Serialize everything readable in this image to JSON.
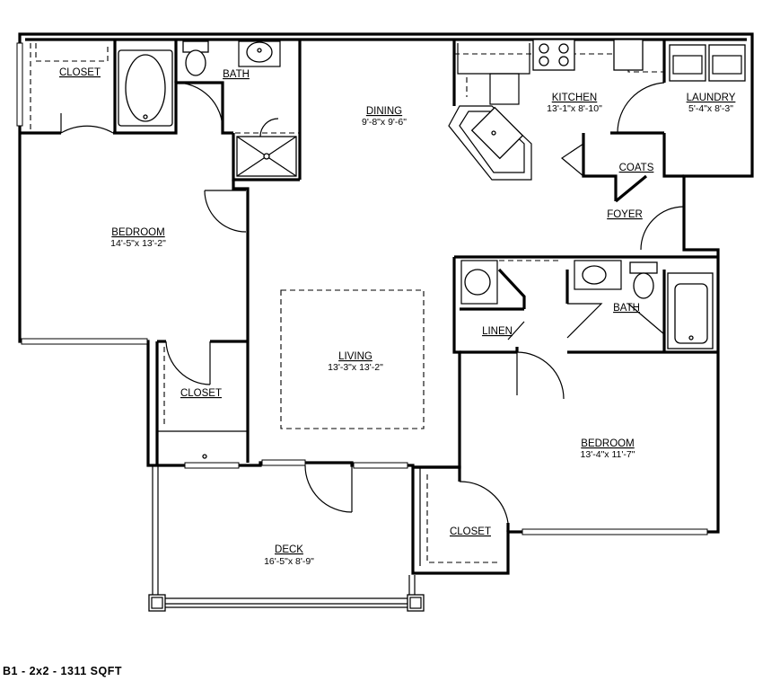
{
  "plan_caption": "B1 - 2x2 - 1311 SQFT",
  "rooms": {
    "closet_nw": {
      "name": "CLOSET"
    },
    "bath_master": {
      "name": "BATH"
    },
    "dining": {
      "name": "DINING",
      "dims": "9'-8\"x 9'-6\""
    },
    "kitchen": {
      "name": "KITCHEN",
      "dims": "13'-1\"x 8'-10\""
    },
    "laundry": {
      "name": "LAUNDRY",
      "dims": "5'-4\"x 8'-3\""
    },
    "coats": {
      "name": "COATS"
    },
    "foyer": {
      "name": "FOYER"
    },
    "bedroom_master": {
      "name": "BEDROOM",
      "dims": "14'-5\"x 13'-2\""
    },
    "living": {
      "name": "LIVING",
      "dims": "13'-3\"x 13'-2\""
    },
    "linen": {
      "name": "LINEN"
    },
    "bath_second": {
      "name": "BATH"
    },
    "closet_west": {
      "name": "CLOSET"
    },
    "bedroom_second": {
      "name": "BEDROOM",
      "dims": "13'-4\"x 11'-7\""
    },
    "closet_se": {
      "name": "CLOSET"
    },
    "deck": {
      "name": "DECK",
      "dims": "16'-5\"x 8'-9\""
    }
  }
}
